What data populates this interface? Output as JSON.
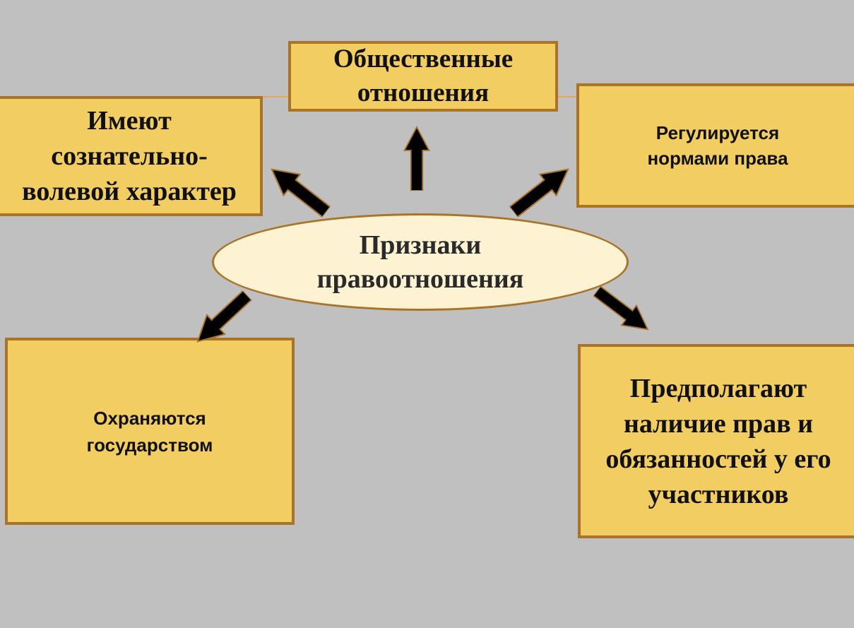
{
  "diagram": {
    "center_label": "Признаки\nправоотношения",
    "boxes": {
      "top": "Общественные\nотношения",
      "left": "Имеют\nсознательно-\nволевой характер",
      "right_top": "Регулируется\nнормами права",
      "bottom_left": "Охраняются\nгосударством",
      "bottom_right": "Предполагают\nналичие прав и\nобязанностей у его\nучастников"
    },
    "colors": {
      "background": "#c0c0c0",
      "box_fill": "#f2cd62",
      "box_border": "#a9742a",
      "ellipse_fill": "#fdf2d2",
      "arrow_fill": "#000000",
      "arrow_outline": "#a9742a"
    }
  }
}
